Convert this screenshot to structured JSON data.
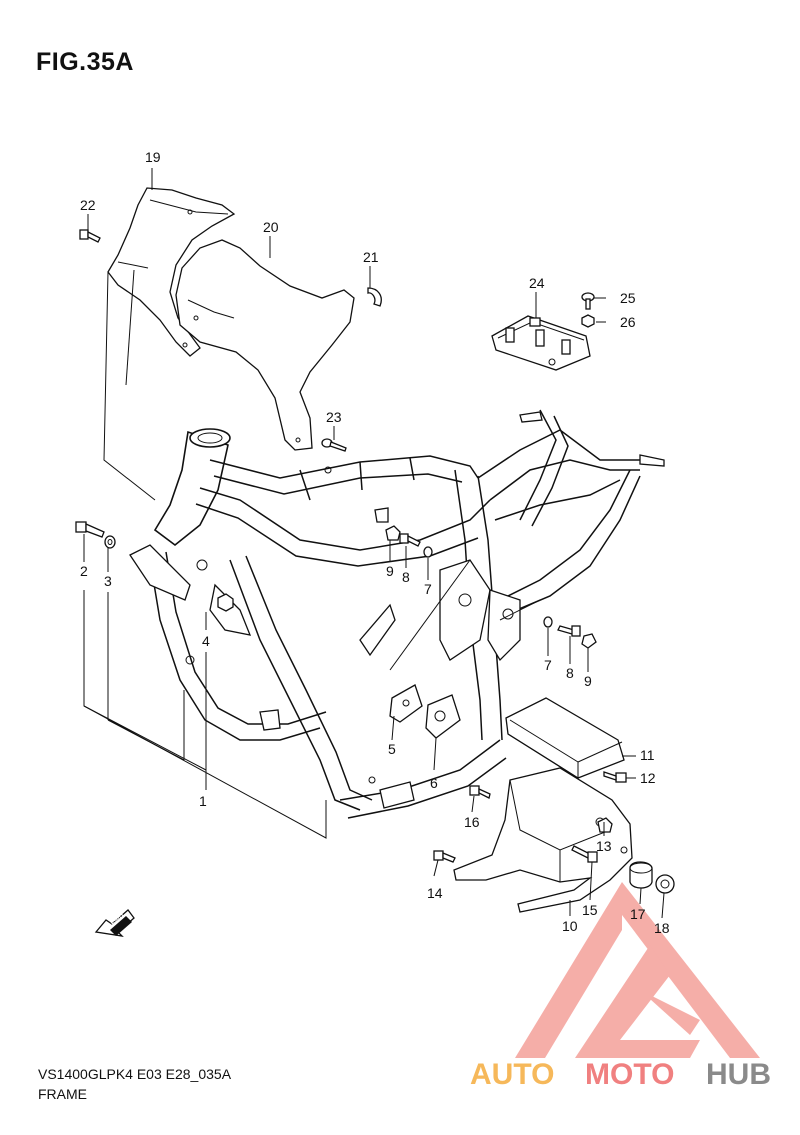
{
  "figure": {
    "title": "FIG.35A",
    "model_code": "VS1400GLPK4 E03 E28_035A",
    "section_name": "FRAME"
  },
  "part_labels": [
    "1",
    "2",
    "3",
    "4",
    "5",
    "6",
    "7",
    "7",
    "8",
    "8",
    "9",
    "9",
    "10",
    "11",
    "12",
    "13",
    "14",
    "15",
    "16",
    "17",
    "18",
    "19",
    "20",
    "21",
    "22",
    "23",
    "24",
    "25",
    "26"
  ],
  "direction_arrow": {
    "text": "FWD"
  },
  "watermark": {
    "part1": "AUTO",
    "part2": "MOTO",
    "part3": "HUB",
    "colors": {
      "auto": "#f6b85a",
      "moto": "#f08080",
      "hub": "#888888",
      "logo": "#f4a09a"
    }
  }
}
